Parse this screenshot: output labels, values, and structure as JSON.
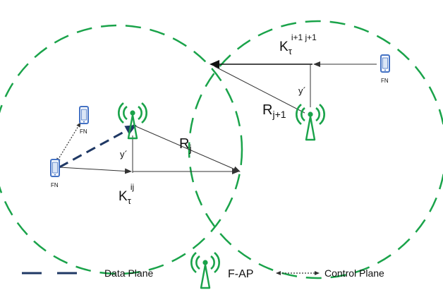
{
  "labels": {
    "fn_top": "FN",
    "fn_left": "FN",
    "fn_right": "FN",
    "r_j_main": "R",
    "r_j_sub": "j",
    "r_j1_main": "R",
    "r_j1_sub": "j+1",
    "k_ij_main": "K",
    "k_ij_tau": "τ",
    "k_ij_sup": "ij",
    "k_right_main": "K",
    "k_right_tau": "τ",
    "k_right_sup": "i+1 j+1",
    "y_left": "y´",
    "y_right": "y´"
  },
  "legend": {
    "data_plane": "Data Plane",
    "fap": "F-AP",
    "control_plane": "Control Plane"
  },
  "colors": {
    "cell_circle": "#1aa34a",
    "antenna": "#1aa34a",
    "phone": "#4472c4",
    "data_plane": "#1f3864",
    "arrow": "#333333"
  },
  "icons": [
    "phone-icon",
    "antenna-icon"
  ]
}
